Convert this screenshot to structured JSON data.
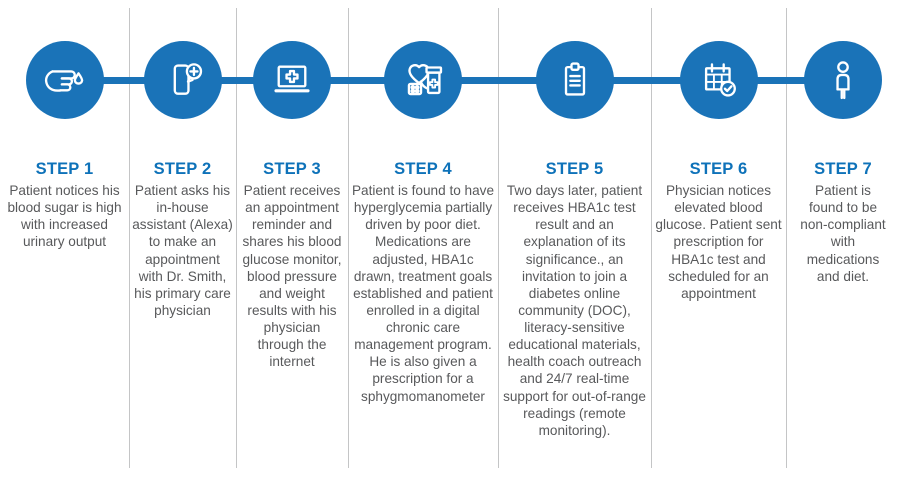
{
  "colors": {
    "circle_blue": "#1a73b8",
    "heading_blue": "#0e72b9",
    "body_text_gray": "#58595b",
    "divider_gray": "#c4c5c6",
    "background": "#ffffff"
  },
  "steps": [
    {
      "title": "STEP 1",
      "icon": "finger-prick-blood-drop-icon",
      "description": "Patient notices his blood sugar is high with increased urinary output"
    },
    {
      "title": "STEP 2",
      "icon": "smartphone-assistant-icon",
      "description": "Patient asks his in-house assistant (Alexa) to make an appointment with Dr. Smith, his primary care physician"
    },
    {
      "title": "STEP 3",
      "icon": "laptop-medical-cross-icon",
      "description": "Patient receives an appointment reminder and shares his blood glucose monitor, blood pressure and weight results with his physician through the internet"
    },
    {
      "title": "STEP 4",
      "icon": "heart-medications-icon",
      "description": "Patient is found to have hyperglycemia partially driven by poor diet. Medications are adjusted, HBA1c drawn, treatment goals established and patient enrolled in a digital chronic care management program. He is also given a prescription for a sphygmomanometer"
    },
    {
      "title": "STEP 5",
      "icon": "clipboard-report-icon",
      "description": "Two days later, patient receives HBA1c test result and an explanation of its significance., an invitation to join a diabetes online community (DOC), literacy-sensitive educational materials, health coach outreach and 24/7 real-time support for out-of-range readings (remote monitoring)."
    },
    {
      "title": "STEP 6",
      "icon": "calendar-check-icon",
      "description": "Physician notices elevated blood glucose. Patient sent prescription for HBA1c test and scheduled for an appointment"
    },
    {
      "title": "STEP 7",
      "icon": "patient-person-icon",
      "description": "Patient is found to be non-compliant with medications and diet."
    }
  ]
}
